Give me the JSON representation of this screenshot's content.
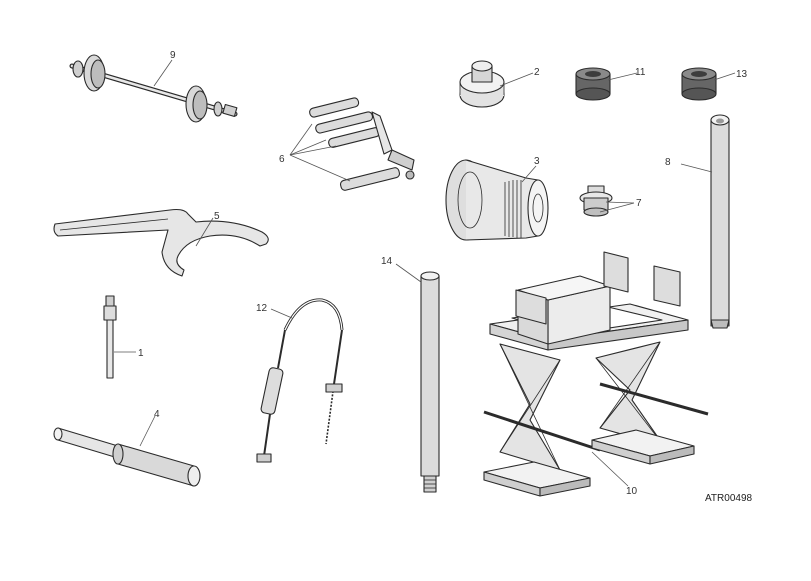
{
  "drawing": {
    "reference": "ATR00498",
    "callouts": [
      "1",
      "2",
      "3",
      "4",
      "5",
      "6",
      "7",
      "8",
      "9",
      "10",
      "11",
      "12",
      "13",
      "14"
    ]
  }
}
